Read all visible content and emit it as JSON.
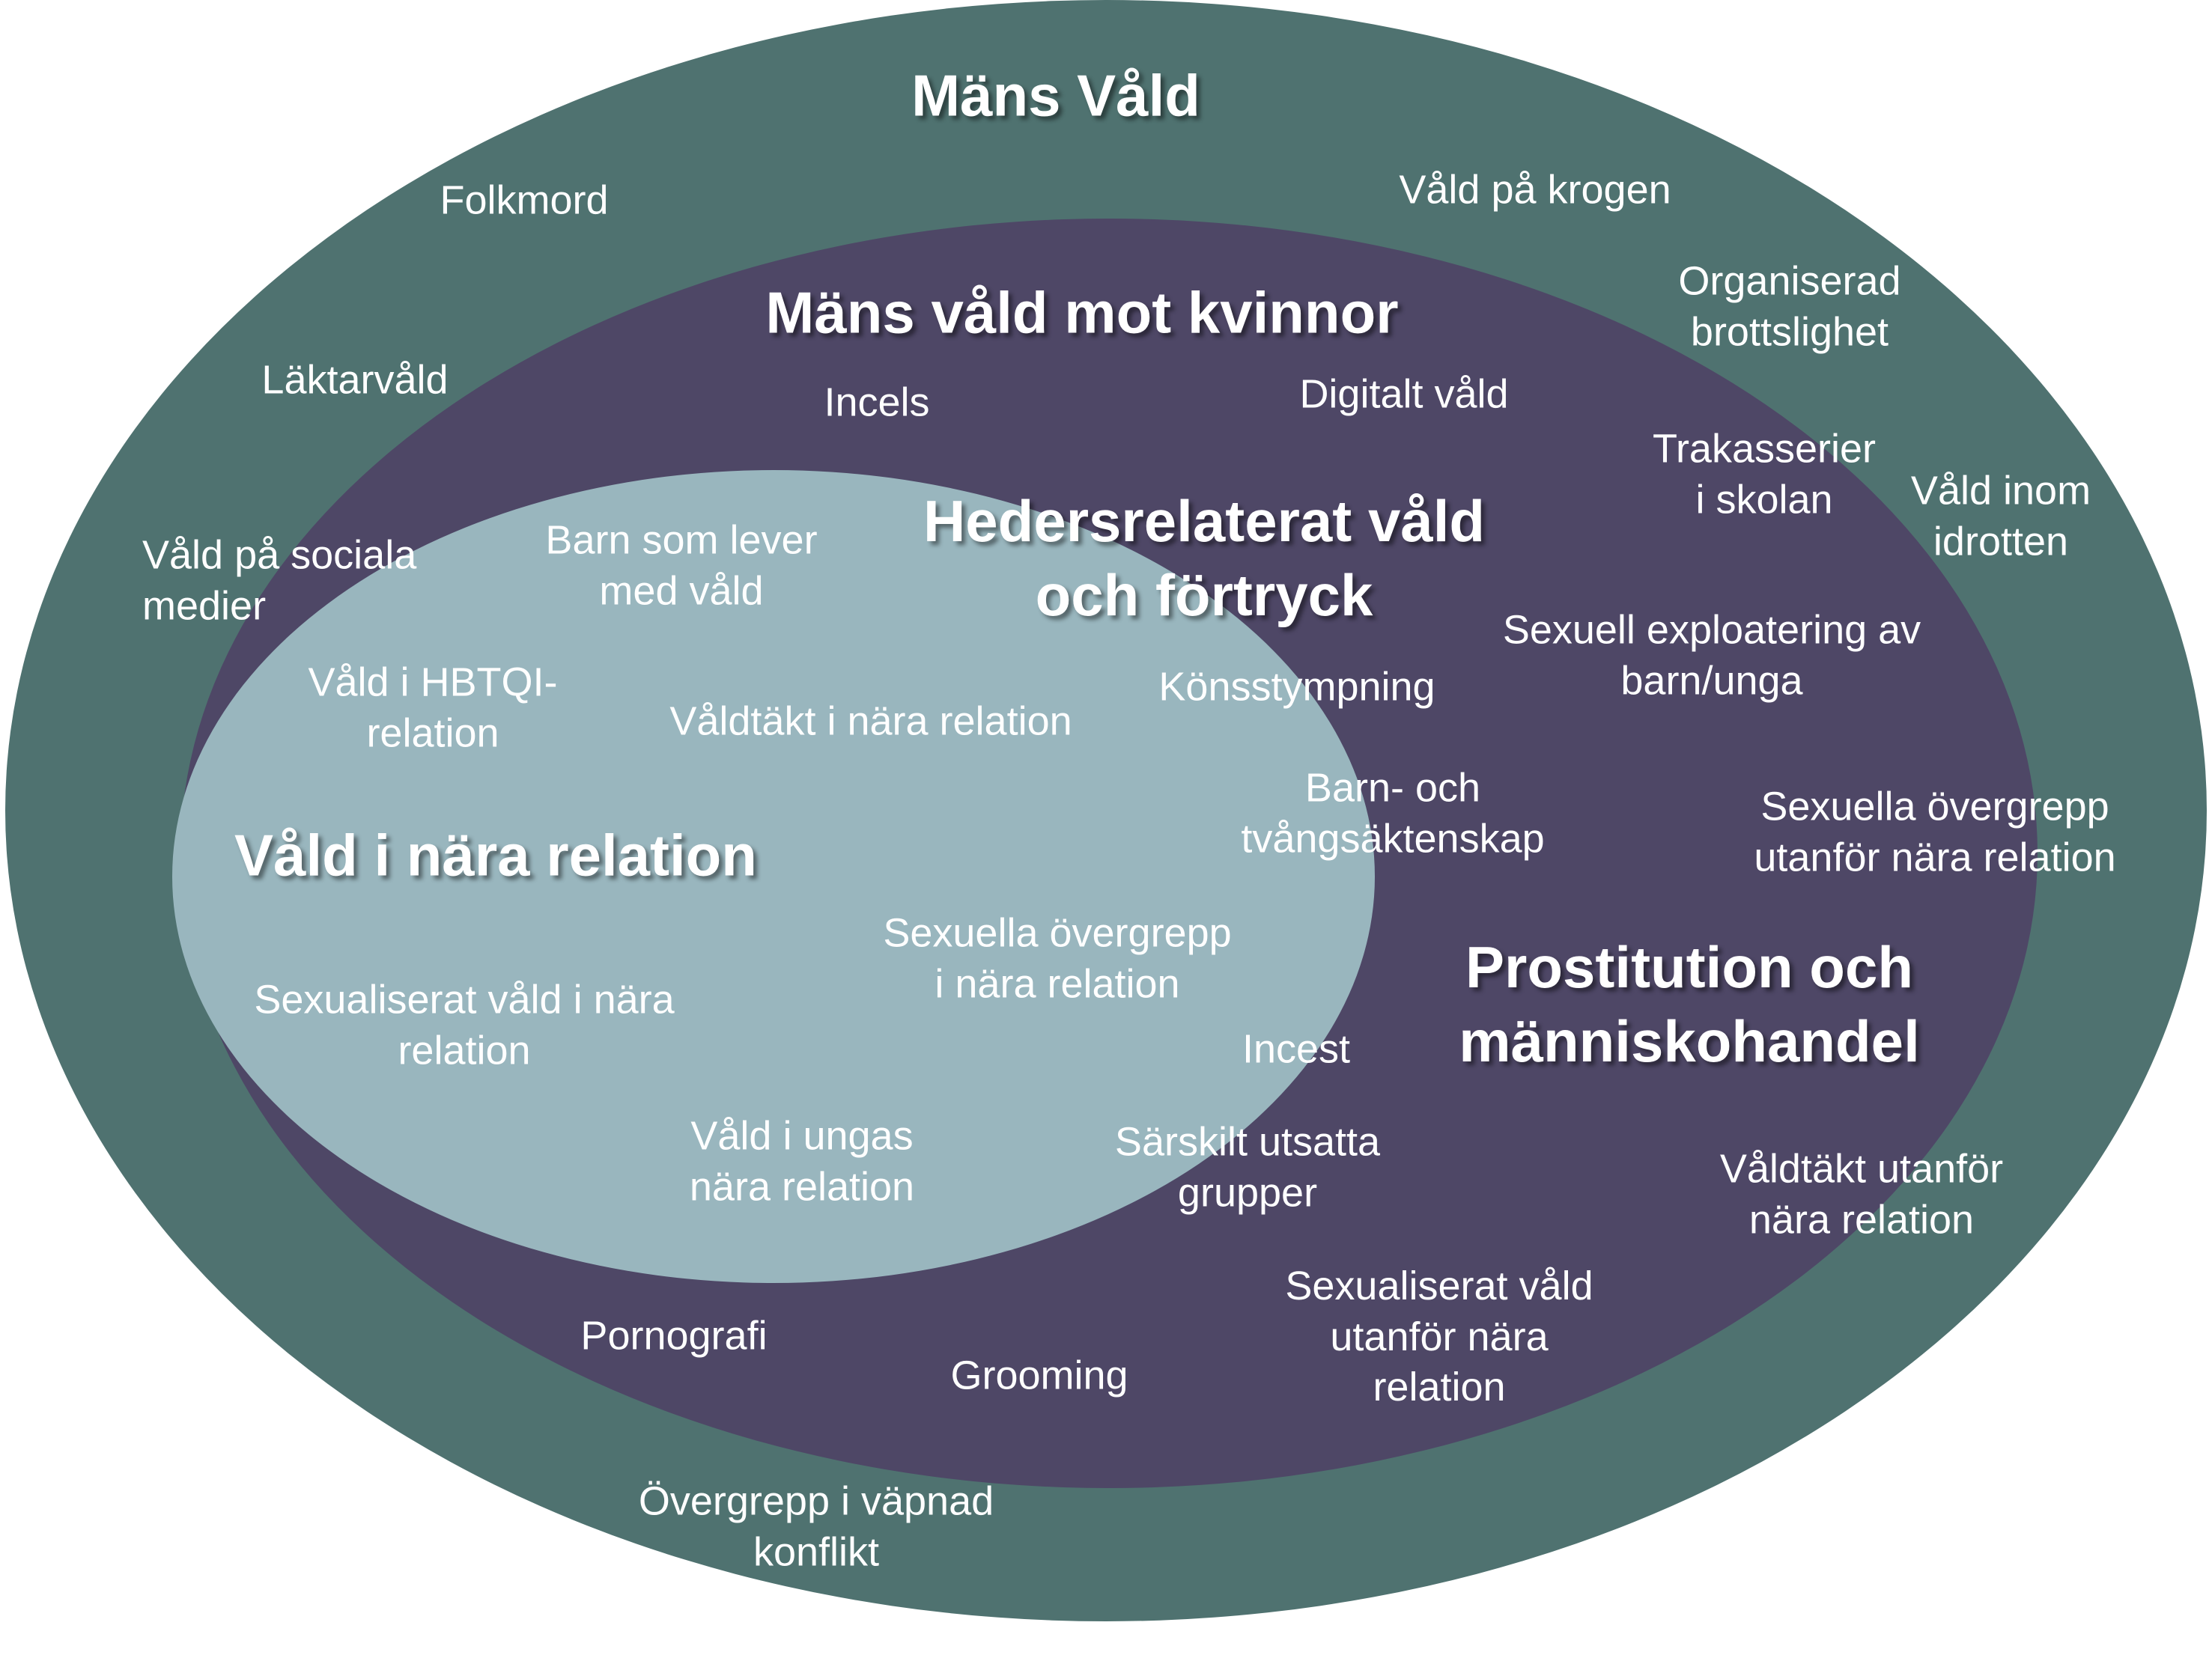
{
  "colors": {
    "outer": "#4f7270",
    "middle": "#4e4766",
    "inner": "#99b6be",
    "text": "#ffffff"
  },
  "titles": {
    "mans_vald": "Mäns Våld",
    "mans_vald_mot_kvinnor": "Mäns våld mot kvinnor",
    "hedersrelaterat": [
      "Hedersrelaterat våld",
      "och förtryck"
    ],
    "vald_i_nara_relation": "Våld i nära relation",
    "prostitution": [
      "Prostitution och",
      "människohandel"
    ]
  },
  "outer_ring": {
    "items": [
      [
        "Folkmord"
      ],
      [
        "Våld på krogen"
      ],
      [
        "Organiserad",
        "brottslighet"
      ],
      [
        "Läktarvåld"
      ],
      [
        "Våld inom",
        "idrotten"
      ],
      [
        "Våld på sociala",
        "medier"
      ],
      [
        "Övergrepp i väpnad",
        "konflikt"
      ]
    ]
  },
  "middle_ring": {
    "items": [
      [
        "Incels"
      ],
      [
        "Digitalt våld"
      ],
      [
        "Trakasserier",
        "i skolan"
      ],
      [
        "Sexuell exploatering av",
        "barn/unga"
      ],
      [
        "Könsstympning"
      ],
      [
        "Barn- och",
        "tvångsäktenskap"
      ],
      [
        "Sexuella övergrepp",
        "utanför nära relation"
      ],
      [
        "Incest"
      ],
      [
        "Särskilt utsatta",
        "grupper"
      ],
      [
        "Våldtäkt utanför",
        "nära relation"
      ],
      [
        "Sexualiserat våld",
        "utanför nära",
        "relation"
      ],
      [
        "Pornografi"
      ],
      [
        "Grooming"
      ]
    ]
  },
  "inner_ellipse": {
    "items": [
      [
        "Barn som lever",
        "med våld"
      ],
      [
        "Våld i HBTQI-",
        "relation"
      ],
      [
        "Våldtäkt i nära relation"
      ],
      [
        "Sexuella övergrepp",
        "i  nära relation"
      ],
      [
        "Sexualiserat våld i nära",
        "relation"
      ],
      [
        "Våld i ungas",
        "nära relation"
      ]
    ]
  }
}
